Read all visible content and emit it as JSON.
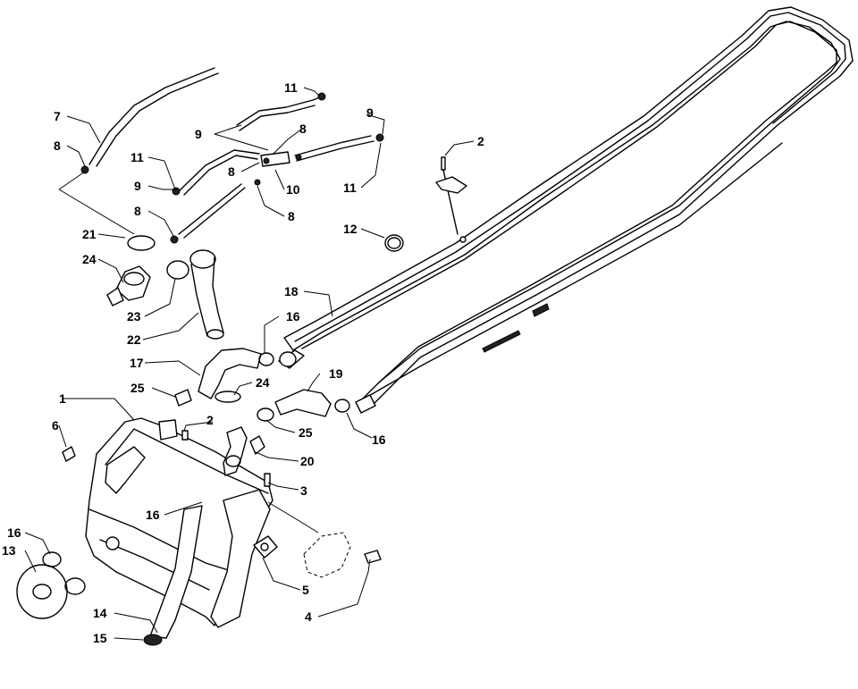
{
  "diagram": {
    "type": "exploded-parts-view",
    "callouts": [
      {
        "id": "c1",
        "label": "1"
      },
      {
        "id": "c2a",
        "label": "2"
      },
      {
        "id": "c2b",
        "label": "2"
      },
      {
        "id": "c3",
        "label": "3"
      },
      {
        "id": "c4",
        "label": "4"
      },
      {
        "id": "c5",
        "label": "5"
      },
      {
        "id": "c6",
        "label": "6"
      },
      {
        "id": "c7",
        "label": "7"
      },
      {
        "id": "c8a",
        "label": "8"
      },
      {
        "id": "c8b",
        "label": "8"
      },
      {
        "id": "c8c",
        "label": "8"
      },
      {
        "id": "c8d",
        "label": "8"
      },
      {
        "id": "c8e",
        "label": "8"
      },
      {
        "id": "c9a",
        "label": "9"
      },
      {
        "id": "c9b",
        "label": "9"
      },
      {
        "id": "c9c",
        "label": "9"
      },
      {
        "id": "c10",
        "label": "10"
      },
      {
        "id": "c11a",
        "label": "11"
      },
      {
        "id": "c11b",
        "label": "11"
      },
      {
        "id": "c11c",
        "label": "11"
      },
      {
        "id": "c12",
        "label": "12"
      },
      {
        "id": "c13",
        "label": "13"
      },
      {
        "id": "c14",
        "label": "14"
      },
      {
        "id": "c15",
        "label": "15"
      },
      {
        "id": "c16a",
        "label": "16"
      },
      {
        "id": "c16b",
        "label": "16"
      },
      {
        "id": "c16c",
        "label": "16"
      },
      {
        "id": "c16d",
        "label": "16"
      },
      {
        "id": "c17",
        "label": "17"
      },
      {
        "id": "c18",
        "label": "18"
      },
      {
        "id": "c19",
        "label": "19"
      },
      {
        "id": "c20",
        "label": "20"
      },
      {
        "id": "c21",
        "label": "21"
      },
      {
        "id": "c22",
        "label": "22"
      },
      {
        "id": "c23",
        "label": "23"
      },
      {
        "id": "c24a",
        "label": "24"
      },
      {
        "id": "c24b",
        "label": "24"
      },
      {
        "id": "c25a",
        "label": "25"
      },
      {
        "id": "c25b",
        "label": "25"
      }
    ]
  }
}
